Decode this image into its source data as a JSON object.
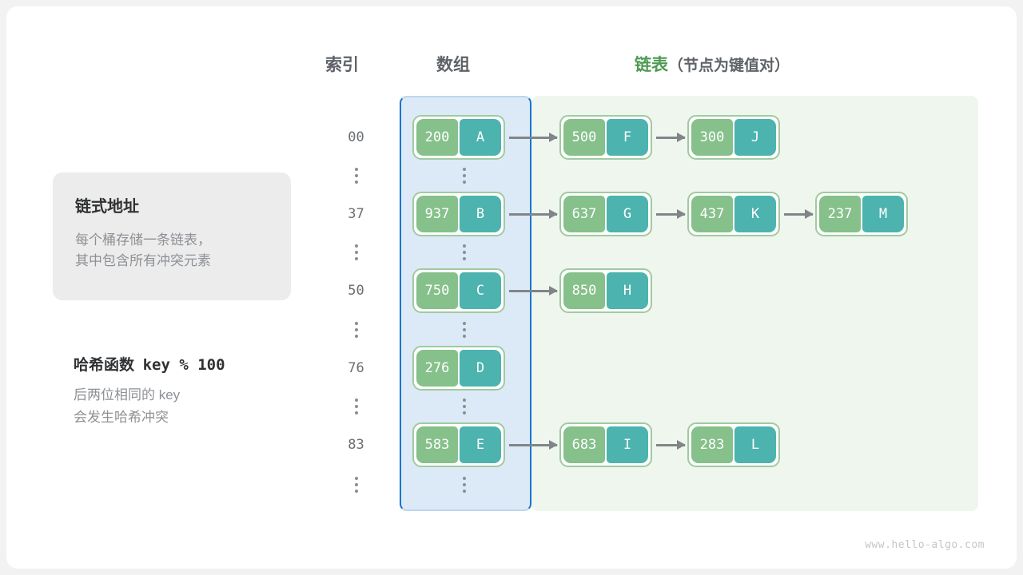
{
  "headers": {
    "index": "索引",
    "array": "数组",
    "list_main": "链表",
    "list_note": "（节点为键值对）"
  },
  "info_card": {
    "title": "链式地址",
    "line1": "每个桶存储一条链表，",
    "line2": "其中包含所有冲突元素"
  },
  "hash_note": {
    "title_label": "哈希函数",
    "title_expr": "key % 100",
    "line1": "后两位相同的 key",
    "line2": "会发生哈希冲突"
  },
  "colors": {
    "key_cell": "#86c08a",
    "value_cell": "#4cb3ae",
    "node_border": "#9fcb9f",
    "array_region_bg": "#dce9f6",
    "array_region_border": "#1675d1",
    "list_region_bg": "#eef6ee",
    "arrow": "#808588",
    "accent_green": "#4e9a51",
    "header_gray": "#5f6368"
  },
  "buckets": [
    {
      "index": "00",
      "bucket": {
        "key": "200",
        "value": "A"
      },
      "chain": [
        {
          "key": "500",
          "value": "F"
        },
        {
          "key": "300",
          "value": "J"
        }
      ]
    },
    {
      "index": "37",
      "bucket": {
        "key": "937",
        "value": "B"
      },
      "chain": [
        {
          "key": "637",
          "value": "G"
        },
        {
          "key": "437",
          "value": "K"
        },
        {
          "key": "237",
          "value": "M"
        }
      ]
    },
    {
      "index": "50",
      "bucket": {
        "key": "750",
        "value": "C"
      },
      "chain": [
        {
          "key": "850",
          "value": "H"
        }
      ]
    },
    {
      "index": "76",
      "bucket": {
        "key": "276",
        "value": "D"
      },
      "chain": []
    },
    {
      "index": "83",
      "bucket": {
        "key": "583",
        "value": "E"
      },
      "chain": [
        {
          "key": "683",
          "value": "I"
        },
        {
          "key": "283",
          "value": "L"
        }
      ]
    }
  ],
  "ellipsis_count": 5,
  "footer": "www.hello-algo.com"
}
